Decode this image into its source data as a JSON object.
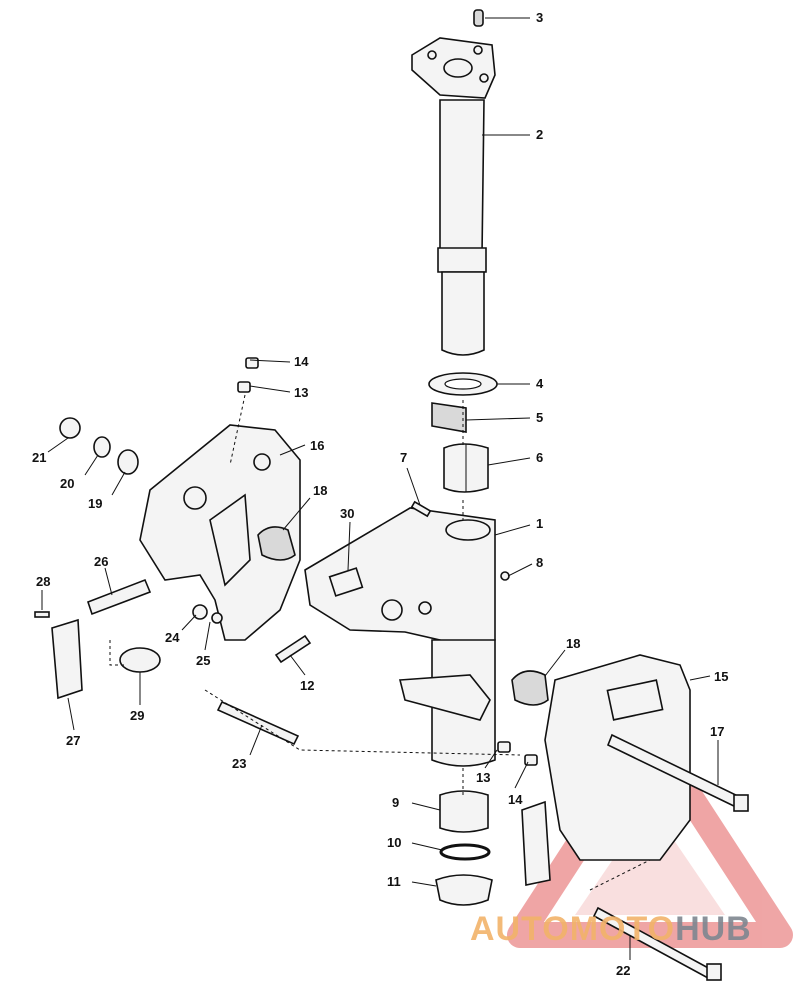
{
  "callouts": [
    "1",
    "2",
    "3",
    "4",
    "5",
    "6",
    "7",
    "8",
    "9",
    "10",
    "11",
    "12",
    "13",
    "13",
    "14",
    "14",
    "15",
    "16",
    "17",
    "18",
    "18",
    "19",
    "20",
    "21",
    "22",
    "23",
    "24",
    "25",
    "26",
    "27",
    "28",
    "29",
    "30"
  ],
  "watermark": {
    "text_a": "AUTOMOTO",
    "text_b": "HUB",
    "color_a": "#f2b36a",
    "color_b": "#7f8790",
    "triangle_color": "#e25c5c"
  }
}
